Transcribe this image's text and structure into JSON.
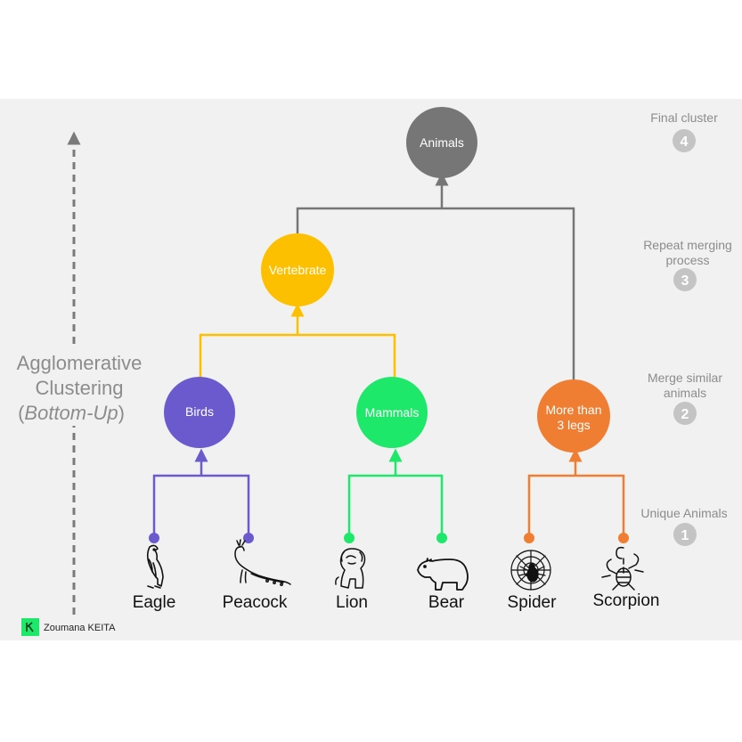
{
  "title": {
    "line1": "Agglomerative",
    "line2": "Clustering",
    "line3_open": "(",
    "line3_italic": "Bottom-Up",
    "line3_close": ")"
  },
  "nodes": {
    "animals": "Animals",
    "vertebrate": "Vertebrate",
    "birds": "Birds",
    "mammals": "Mammals",
    "more_than_3_legs_line1": "More than",
    "more_than_3_legs_line2": "3 legs"
  },
  "leaves": [
    "Eagle",
    "Peacock",
    "Lion",
    "Bear",
    "Spider",
    "Scorpion"
  ],
  "steps": [
    {
      "number": "1",
      "line1": "Unique Animals",
      "line2": ""
    },
    {
      "number": "2",
      "line1": "Merge similar",
      "line2": "animals"
    },
    {
      "number": "3",
      "line1": "Repeat merging",
      "line2": "process"
    },
    {
      "number": "4",
      "line1": "Final cluster",
      "line2": ""
    }
  ],
  "author": "Zoumana KEITA",
  "colors": {
    "birds": "#6a5acd",
    "mammals": "#1ee86a",
    "legs": "#ef7d32",
    "vertebrate": "#fdc000",
    "animals": "#767676",
    "step_badge": "#c4c4c4",
    "logo": "#1ee86a"
  },
  "icons": [
    "eagle-icon",
    "peacock-icon",
    "lion-icon",
    "bear-icon",
    "spider-icon",
    "scorpion-icon",
    "logo-icon"
  ]
}
